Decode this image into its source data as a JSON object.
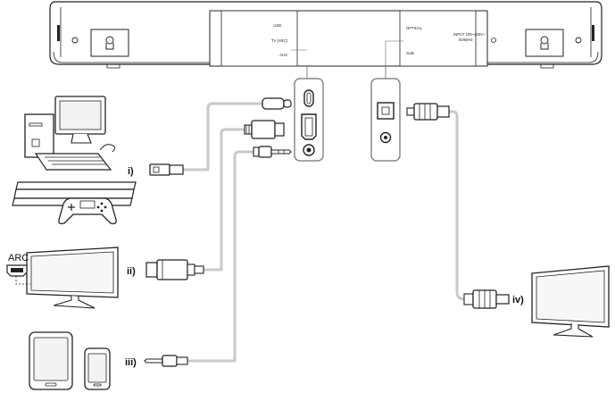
{
  "soundbar_panel": {
    "left_ports": [
      "USB",
      "TV (ARC)",
      "AUX"
    ],
    "right_ports": [
      "OPTICAL",
      "SUB"
    ],
    "power_rating": [
      "INPUT 100~240V~",
      "50/60Hz"
    ]
  },
  "connections": {
    "i": "i)",
    "ii": "ii)",
    "iii": "iii)",
    "iv": "iv)"
  },
  "tv_input_label": "ARC"
}
